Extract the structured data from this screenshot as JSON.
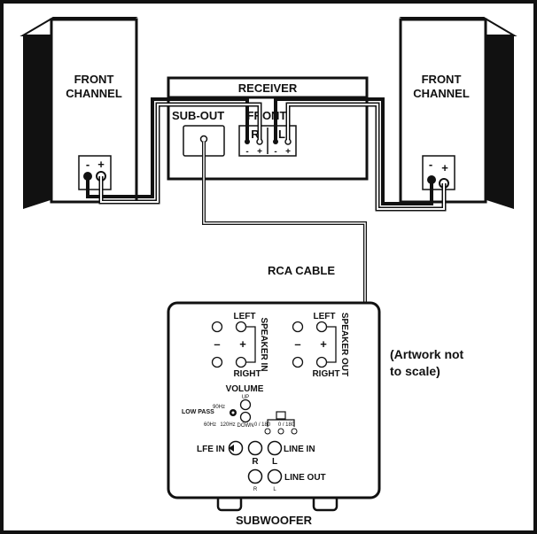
{
  "speakers": {
    "left_label_1": "FRONT",
    "left_label_2": "CHANNEL",
    "right_label_1": "FRONT",
    "right_label_2": "CHANNEL",
    "neg": "-",
    "pos": "+"
  },
  "receiver": {
    "title": "RECEIVER",
    "sub_out": "SUB-OUT",
    "front": "FRONT",
    "r": "R",
    "l": "L",
    "neg": "-",
    "pos": "+"
  },
  "cable_label": "RCA CABLE",
  "note_line1": "(Artwork not",
  "note_line2": "to scale)",
  "subwoofer": {
    "title": "SUBWOOFER",
    "left": "LEFT",
    "right": "RIGHT",
    "plus": "+",
    "minus": "–",
    "speaker_in": "SPEAKER IN",
    "speaker_out": "SPEAKER OUT",
    "volume": "VOLUME",
    "up": "UP",
    "down": "DOWN",
    "low_pass": "LOW PASS",
    "lp_90": "90Hz",
    "lp_60": "60Hz",
    "lp_120": "120Hz",
    "phase_1": "0 / 180",
    "phase_2": "0 / 180",
    "lfe_in": "LFE IN",
    "line_in": "LINE IN",
    "r": "R",
    "l": "L",
    "line_out": "LINE OUT",
    "out_r": "R",
    "out_l": "L"
  }
}
